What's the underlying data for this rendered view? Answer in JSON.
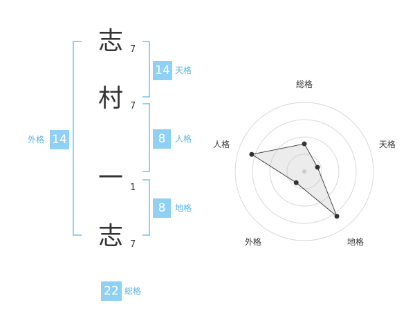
{
  "name_chars": [
    {
      "char": "志",
      "strokes": "7"
    },
    {
      "char": "村",
      "strokes": "7"
    },
    {
      "char": "一",
      "strokes": "1"
    },
    {
      "char": "志",
      "strokes": "7"
    }
  ],
  "fortune": {
    "tenkaku": {
      "value": "14",
      "label": "天格"
    },
    "jinkaku": {
      "value": "8",
      "label": "人格"
    },
    "chikaku": {
      "value": "8",
      "label": "地格"
    },
    "gaikaku": {
      "value": "14",
      "label": "外格"
    },
    "soukaku": {
      "value": "22",
      "label": "総格"
    }
  },
  "colors": {
    "accent": "#8fd0f5",
    "label": "#5ab6ea",
    "bracket": "#8fd0f5",
    "text": "#333333"
  },
  "chart_data": {
    "type": "radar",
    "axes": [
      "総格",
      "天格",
      "地格",
      "外格",
      "人格"
    ],
    "values": [
      2,
      1,
      4,
      1,
      4
    ],
    "scale_max": 5,
    "rings": 4,
    "grid": true
  }
}
